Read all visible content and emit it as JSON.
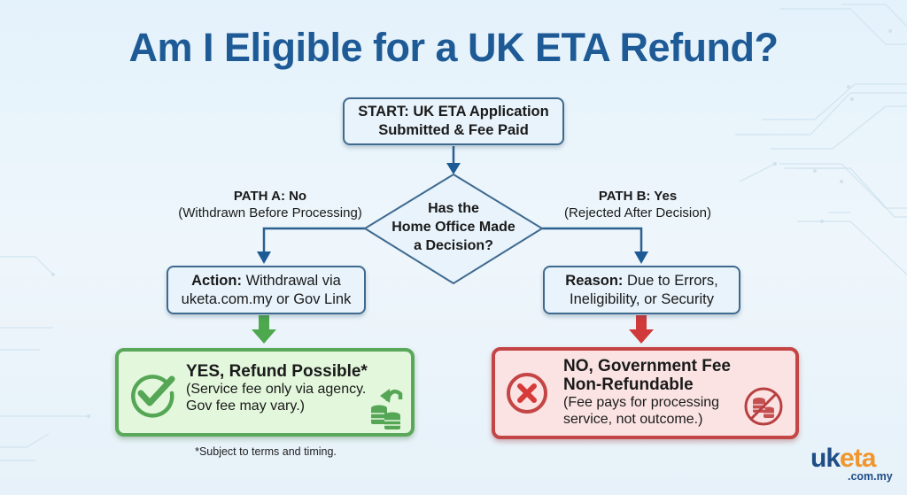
{
  "title": "Am I Eligible for a UK ETA Refund?",
  "start": {
    "line1": "START: UK ETA Application",
    "line2": "Submitted & Fee Paid"
  },
  "decision": {
    "line1": "Has the",
    "line2": "Home Office Made",
    "line3": "a Decision?"
  },
  "path_a": {
    "heading": "PATH A: No",
    "subheading": "(Withdrawn Before Processing)",
    "box": {
      "bold": "Action:",
      "line1": "Withdrawal via",
      "line2": "uketa.com.my or Gov Link"
    },
    "result": {
      "title": "YES, Refund Possible*",
      "line1": "(Service fee only via agency.",
      "line2": "Gov fee may vary.)",
      "icon_left": "check-circle-icon",
      "icon_right": "coins-refund-icon",
      "color": "#5aa85a"
    },
    "footnote": "*Subject to terms and timing."
  },
  "path_b": {
    "heading": "PATH B: Yes",
    "subheading": "(Rejected After Decision)",
    "box": {
      "bold": "Reason:",
      "line1": "Due to Errors,",
      "line2": "Ineligibility, or Security"
    },
    "result": {
      "title_line1": "NO, Government Fee",
      "title_line2": "Non-Refundable",
      "line1": "(Fee pays for processing",
      "line2": "service, not outcome.)",
      "icon_left": "x-circle-icon",
      "icon_right": "no-coins-icon",
      "color": "#c44545"
    }
  },
  "logo": {
    "part1": "uk",
    "part2": "eta",
    "domain": ".com.my"
  },
  "colors": {
    "title": "#1e5b96",
    "connector": "#2a5f8f",
    "yes": "#5aa85a",
    "no": "#c44545",
    "logo_blue": "#1f4d86",
    "logo_orange": "#f0962c"
  }
}
